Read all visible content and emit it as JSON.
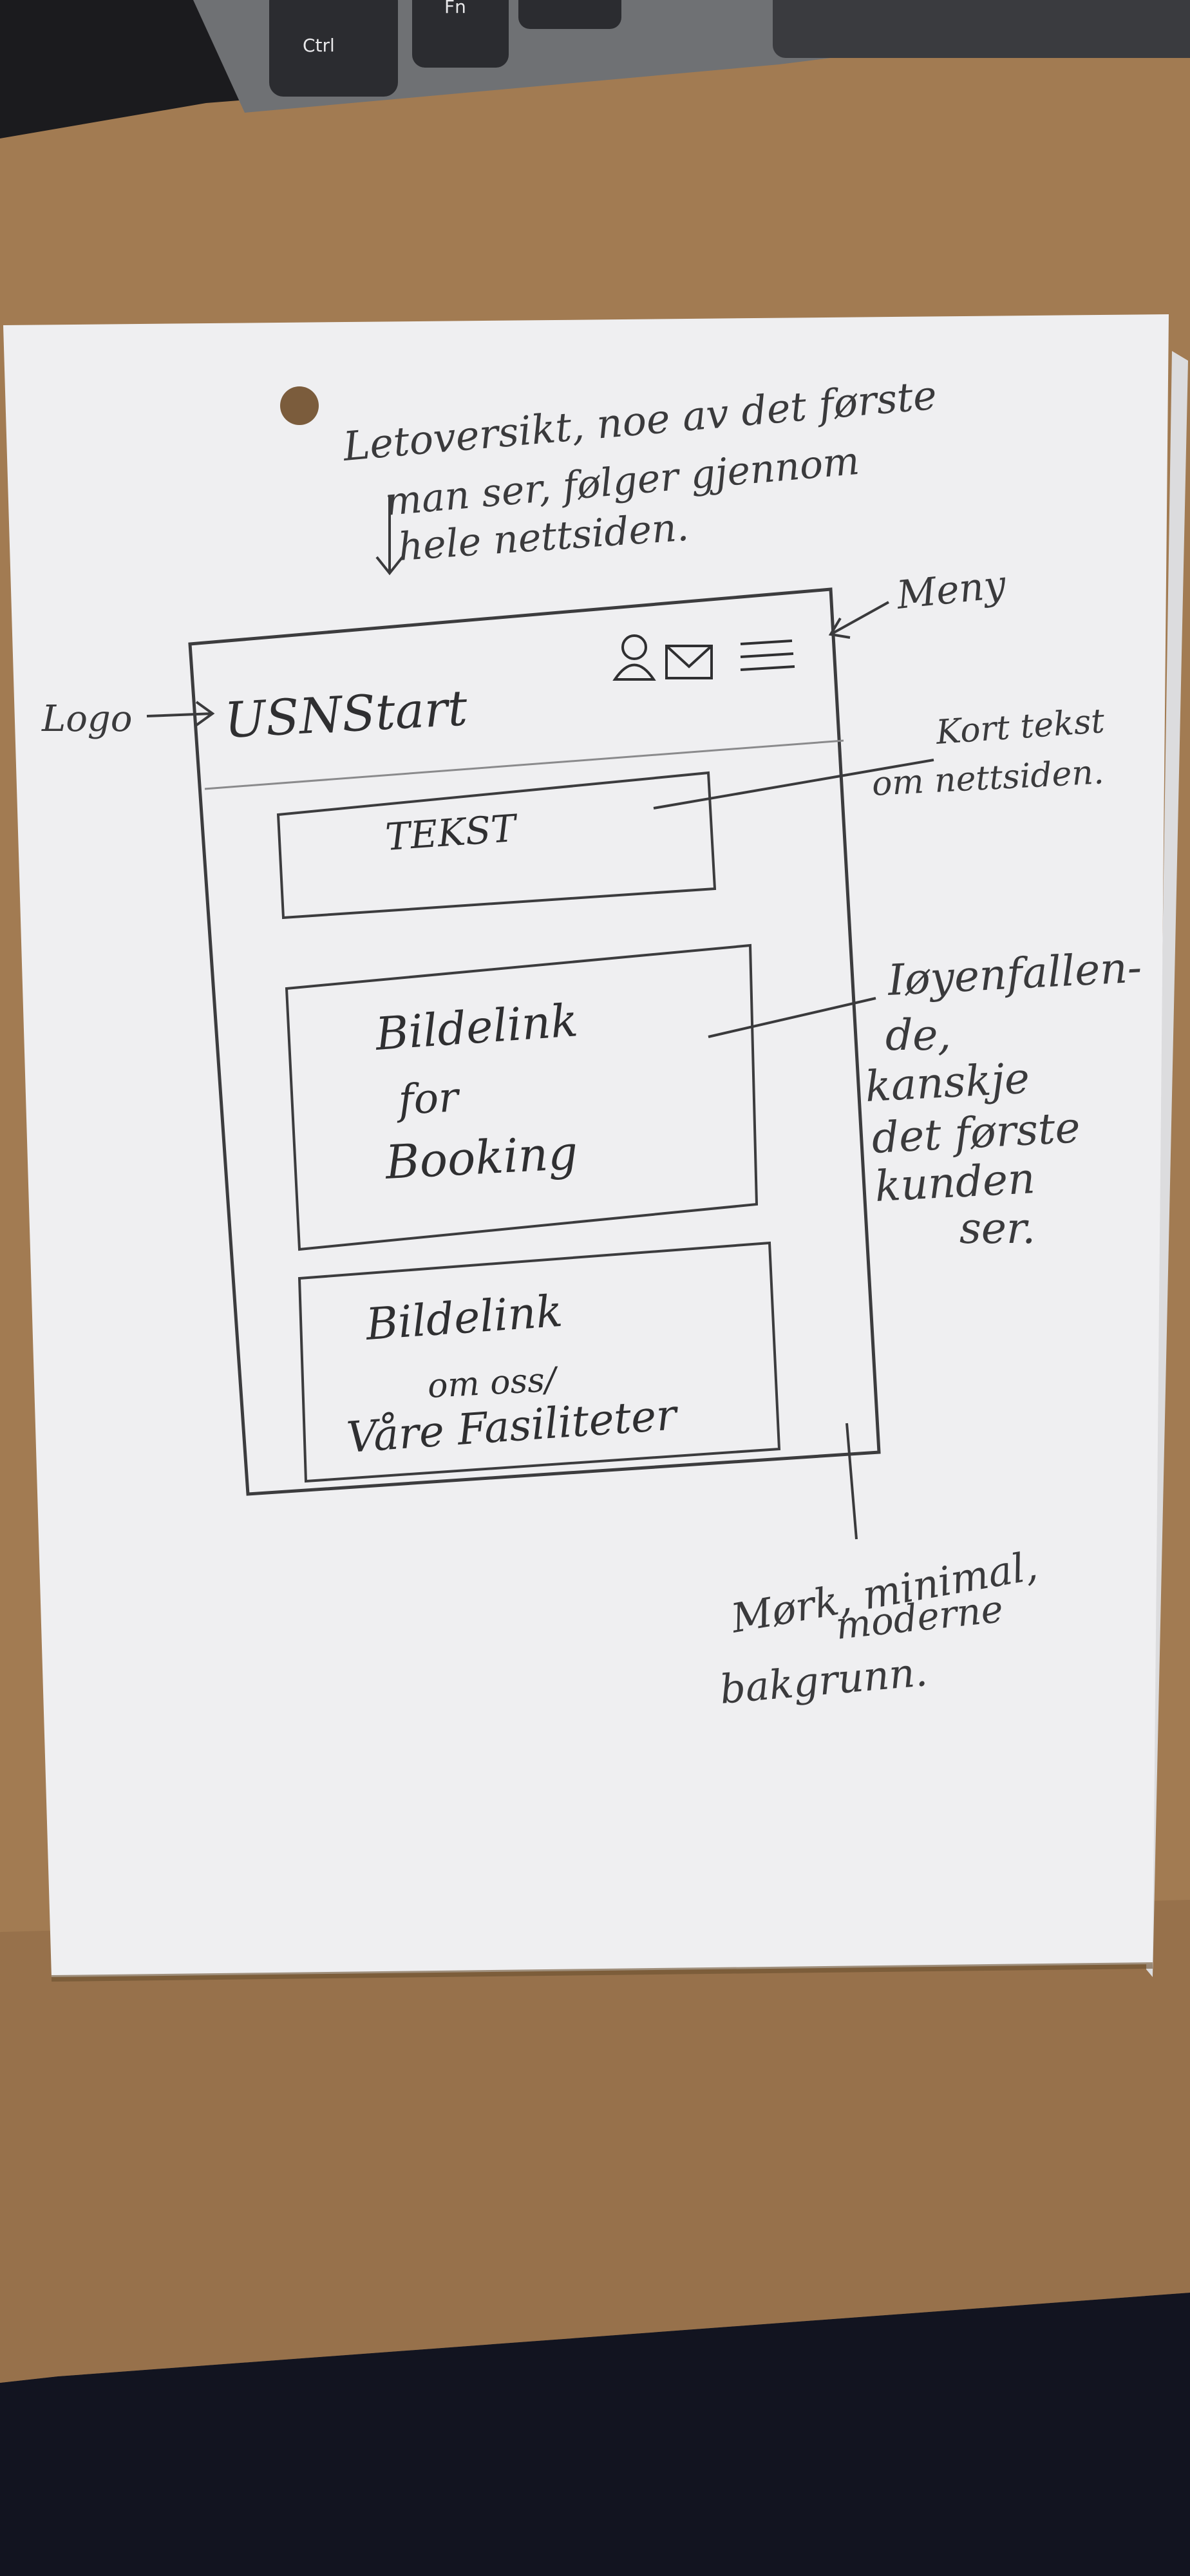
{
  "colors": {
    "background_dark": "#1a1a1c",
    "cardboard": "#a07a52",
    "paper": "#efeff0",
    "pencil": "#3a3a3c",
    "keyboard": "#6f7174"
  },
  "keyboard": {
    "keys": [
      {
        "label": "Ctrl"
      },
      {
        "label": "Fn"
      },
      {
        "label": ""
      }
    ]
  },
  "annotations": {
    "top_note": {
      "lines": [
        "Letoversikt, noe av det første",
        "man ser, følger gjennom",
        "hele nettsiden."
      ]
    },
    "logo_label": "Logo",
    "menu_label": "Meny",
    "short_text_note": {
      "lines": [
        "Kort tekst",
        "om nettsiden."
      ]
    },
    "eye_catcher_note": {
      "lines": [
        "Iøyenfallen-",
        "de,",
        "kanskje",
        "det første",
        "kunden",
        "ser."
      ]
    },
    "background_note": {
      "lines": [
        "Mørk, minimal,",
        "moderne",
        "bakgrunn."
      ]
    }
  },
  "sketch": {
    "logo_text": "USNStart",
    "icons": [
      "user-icon",
      "mail-icon",
      "hamburger-menu-icon"
    ],
    "text_box": "TEKST",
    "booking_card": {
      "lines": [
        "Bildelink",
        "for",
        "Booking"
      ]
    },
    "about_card": {
      "lines": [
        "Bildelink",
        "om oss/",
        "Våre Fasiliteter"
      ]
    }
  }
}
